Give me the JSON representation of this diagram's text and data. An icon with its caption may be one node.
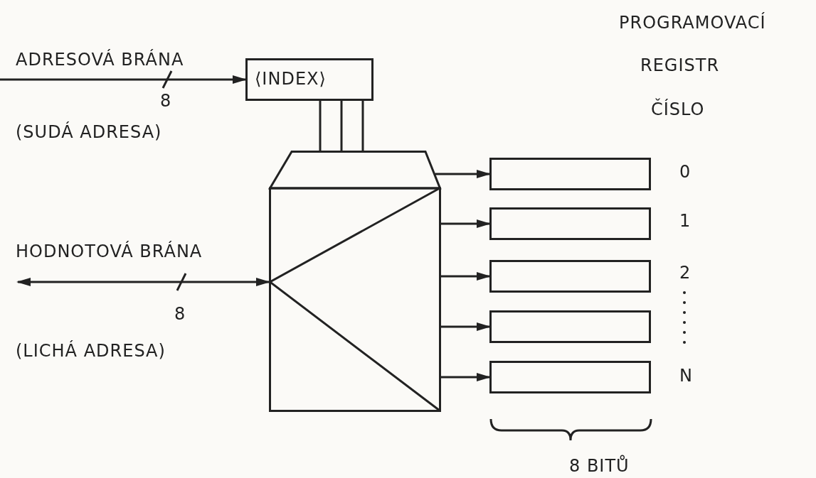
{
  "diagram": {
    "nodes": [
      {
        "text": [
          "⟨INDEX⟩"
        ]
      },
      {
        "text": [],
        "shape": "box"
      },
      {
        "text": [],
        "shape": "box",
        "beside": [
          "0"
        ]
      },
      {
        "text": [],
        "shape": "box",
        "beside": [
          "1"
        ]
      },
      {
        "text": [],
        "shape": "box",
        "beside": [
          "2"
        ]
      },
      {
        "text": [],
        "shape": "box"
      },
      {
        "text": [],
        "shape": "box",
        "beside": [
          "N"
        ]
      }
    ],
    "edges": [
      {
        "from": null,
        "to": 0,
        "arrow": "to",
        "label": "8"
      },
      {
        "from": 0,
        "to": 1,
        "arrow": "none"
      },
      {
        "from": null,
        "to": 1,
        "arrow": "both",
        "label": "8"
      },
      {
        "from": 1,
        "to": 2,
        "arrow": "to"
      },
      {
        "from": 1,
        "to": 3,
        "arrow": "to"
      },
      {
        "from": 1,
        "to": 4,
        "arrow": "to"
      },
      {
        "from": 1,
        "to": 5,
        "arrow": "to"
      },
      {
        "from": 1,
        "to": 6,
        "arrow": "to"
      }
    ],
    "labels": [
      "PROGRAMOVACÍ",
      "ADRESOVÁ BRÁNA",
      "REGISTR",
      "ČÍSLO",
      "(SUDÁ ADRESA)",
      "HODNOTOVÁ BRÁNA",
      "(LICHÁ ADRESA)",
      "8 BITŮ"
    ]
  }
}
